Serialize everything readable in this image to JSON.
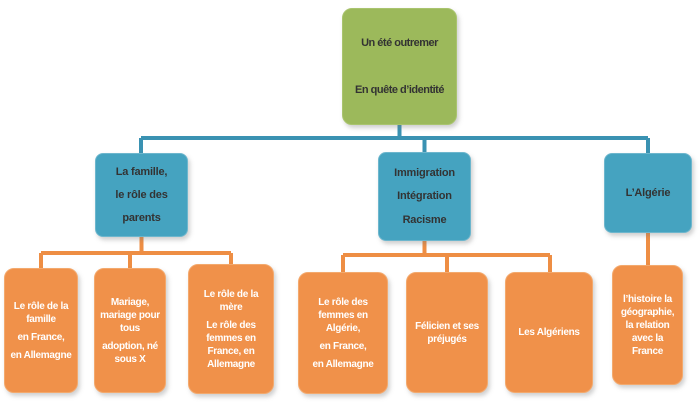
{
  "colors": {
    "canvas_bg": "#ffffff",
    "root_green": "#9cb95b",
    "branch_blue": "#45a3c0",
    "leaf_orange": "#f0914a",
    "teal_connector": "#3a92b2",
    "orange_connector": "#ee8e44",
    "dark_text": "#333333",
    "light_text": "#ffffff"
  },
  "diagram": {
    "root": {
      "lines": [
        "Un été outremer",
        "En quête d’identité"
      ]
    },
    "branches": [
      {
        "lines": [
          "La famille,",
          "le rôle des",
          "parents"
        ],
        "children": [
          {
            "lines": [
              "Le rôle de la famille",
              "en France,",
              "en Allemagne"
            ]
          },
          {
            "lines": [
              "Mariage, mariage pour tous",
              "adoption, né sous X"
            ]
          },
          {
            "lines": [
              "Le rôle de la mère",
              "Le rôle des femmes en France, en Allemagne"
            ]
          }
        ]
      },
      {
        "lines": [
          "Immigration",
          "Intégration",
          "Racisme"
        ],
        "children": [
          {
            "lines": [
              "Le rôle des femmes en Algérie,",
              "en France,",
              "en Allemagne"
            ]
          },
          {
            "lines": [
              "Félicien et ses préjugés"
            ]
          },
          {
            "lines": [
              "Les Algériens"
            ]
          }
        ]
      },
      {
        "lines": [
          "L’Algérie"
        ],
        "children": [
          {
            "lines": [
              "l’histoire la géographie, la relation avec la France"
            ]
          }
        ]
      }
    ]
  }
}
